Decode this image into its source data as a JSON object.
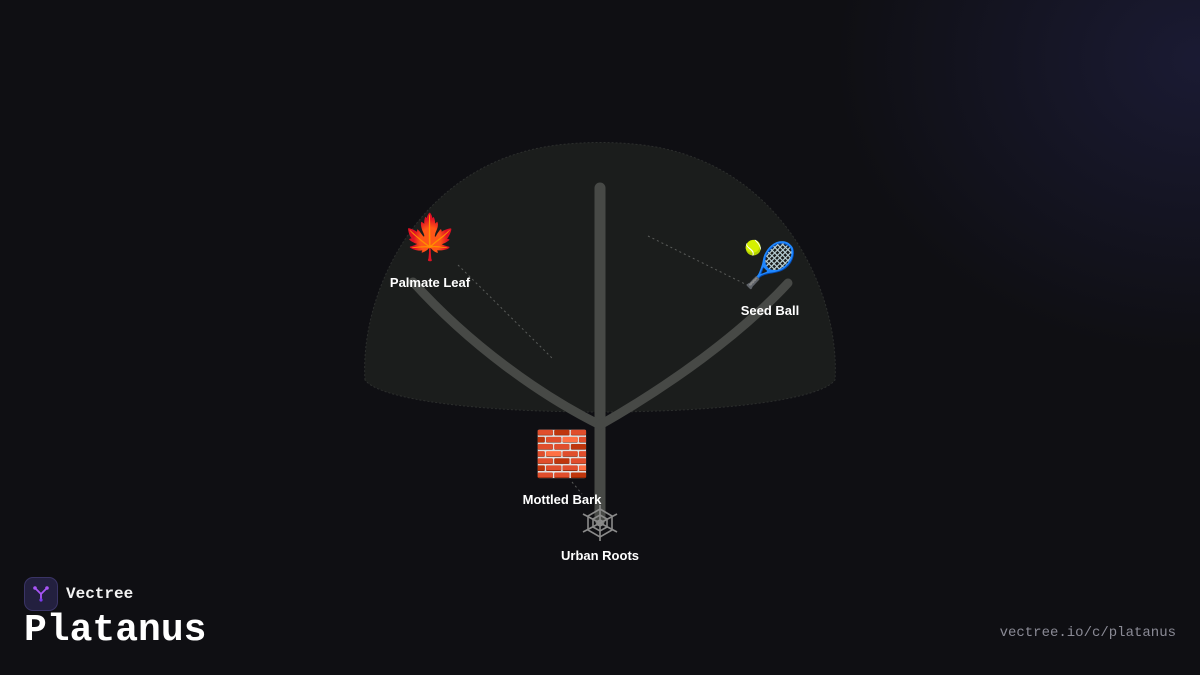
{
  "brand": {
    "name": "Vectree",
    "logo_icon": "vectree-logo-icon",
    "accent": "#a855f7"
  },
  "page": {
    "title": "Platanus",
    "url": "vectree.io/c/platanus"
  },
  "colors": {
    "background": "#0f0f13",
    "crown": "#1b1d1c",
    "branch": "#474946",
    "label": "#ffffff"
  },
  "nodes": [
    {
      "id": "leaf",
      "label": "Palmate Leaf",
      "icon": "maple-leaf-icon",
      "glyph": "🍁"
    },
    {
      "id": "seed",
      "label": "Seed Ball",
      "icon": "tennis-ball-icon",
      "glyph": "🎾"
    },
    {
      "id": "bark",
      "label": "Mottled Bark",
      "icon": "brick-icon",
      "glyph": "🧱"
    },
    {
      "id": "roots",
      "label": "Urban Roots",
      "icon": "spider-web-icon",
      "glyph": "🕸️"
    }
  ]
}
